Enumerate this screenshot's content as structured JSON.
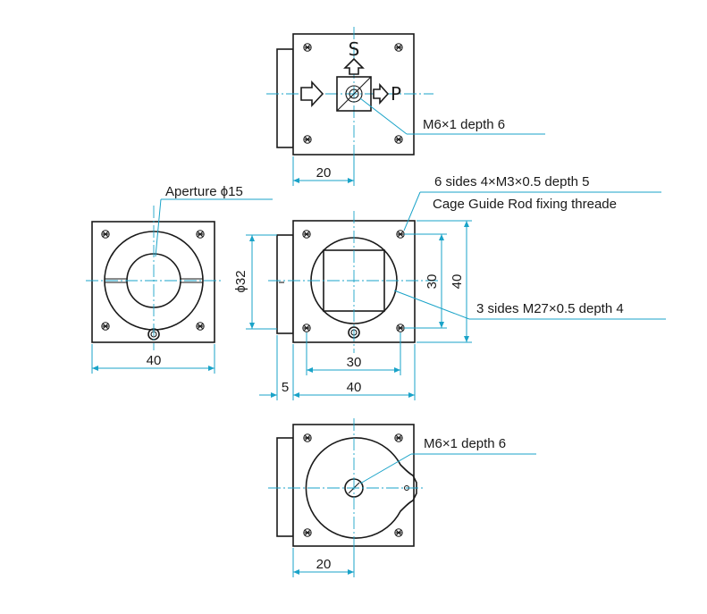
{
  "top_view": {
    "polarization_s": "S",
    "polarization_p": "P",
    "tap_callout": "M6×1 depth 6",
    "dim_offset": "20"
  },
  "left_view": {
    "aperture_callout": "Aperture ϕ15",
    "dim_width": "40"
  },
  "front_view": {
    "side_thread_callout": "6 sides 4×M3×0.5 depth 5",
    "cage_rod_callout": "Cage Guide Rod fixing threade",
    "bore_thread_callout": "3 sides M27×0.5 depth 4",
    "dim_bore_diameter": "ϕ32",
    "dim_hole_spacing_v": "30",
    "dim_height": "40",
    "dim_hole_spacing_h": "30",
    "dim_flange": "5",
    "dim_width": "40"
  },
  "bottom_view": {
    "tap_callout": "M6×1 depth 6",
    "dim_offset": "20"
  }
}
